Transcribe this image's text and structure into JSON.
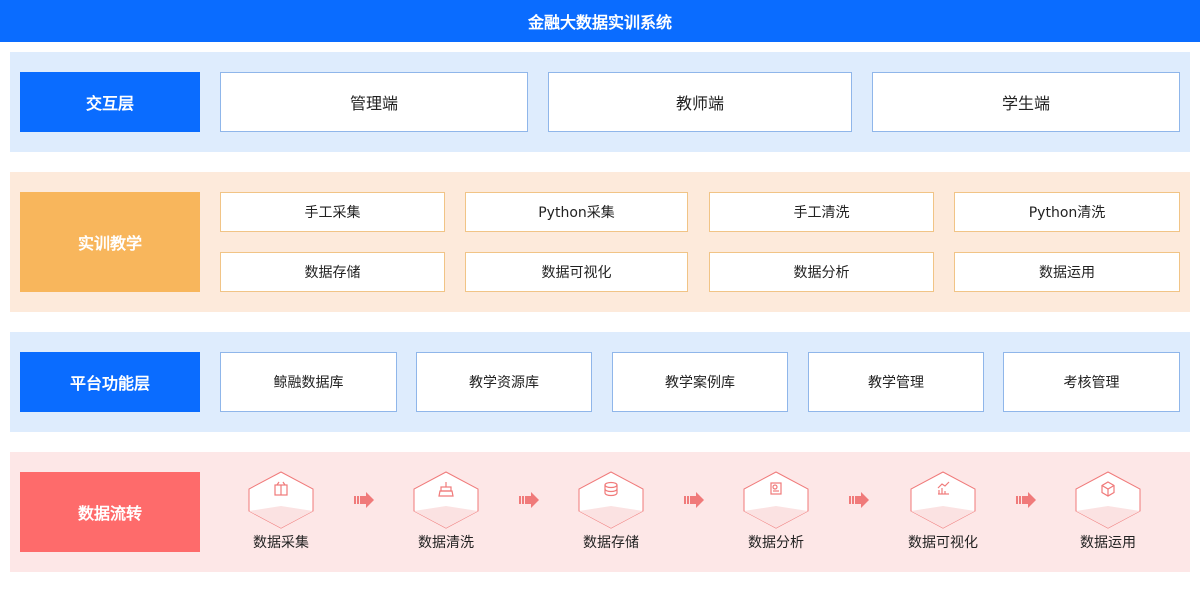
{
  "header": {
    "title": "金融大数据实训系统"
  },
  "layers": {
    "interaction": {
      "label": "交互层",
      "items": [
        "管理端",
        "教师端",
        "学生端"
      ]
    },
    "training": {
      "label": "实训教学",
      "row1": [
        "手工采集",
        "Python采集",
        "手工清洗",
        "Python清洗"
      ],
      "row2": [
        "数据存储",
        "数据可视化",
        "数据分析",
        "数据运用"
      ]
    },
    "platform": {
      "label": "平台功能层",
      "items": [
        "鲸融数据库",
        "教学资源库",
        "教学案例库",
        "教学管理",
        "考核管理"
      ]
    },
    "dataflow": {
      "label": "数据流转",
      "steps": [
        {
          "label": "数据采集",
          "icon": "box-icon"
        },
        {
          "label": "数据清洗",
          "icon": "broom-icon"
        },
        {
          "label": "数据存储",
          "icon": "database-icon"
        },
        {
          "label": "数据分析",
          "icon": "chart-doc-icon"
        },
        {
          "label": "数据可视化",
          "icon": "trend-chart-icon"
        },
        {
          "label": "数据运用",
          "icon": "cube-icon"
        }
      ]
    }
  },
  "colors": {
    "primary_blue": "#0a6cff",
    "orange": "#f8b65c",
    "red": "#fe6b6b",
    "band_blue": "#deecfd",
    "band_orange": "#fdeadb",
    "band_pink": "#fde7e7"
  }
}
